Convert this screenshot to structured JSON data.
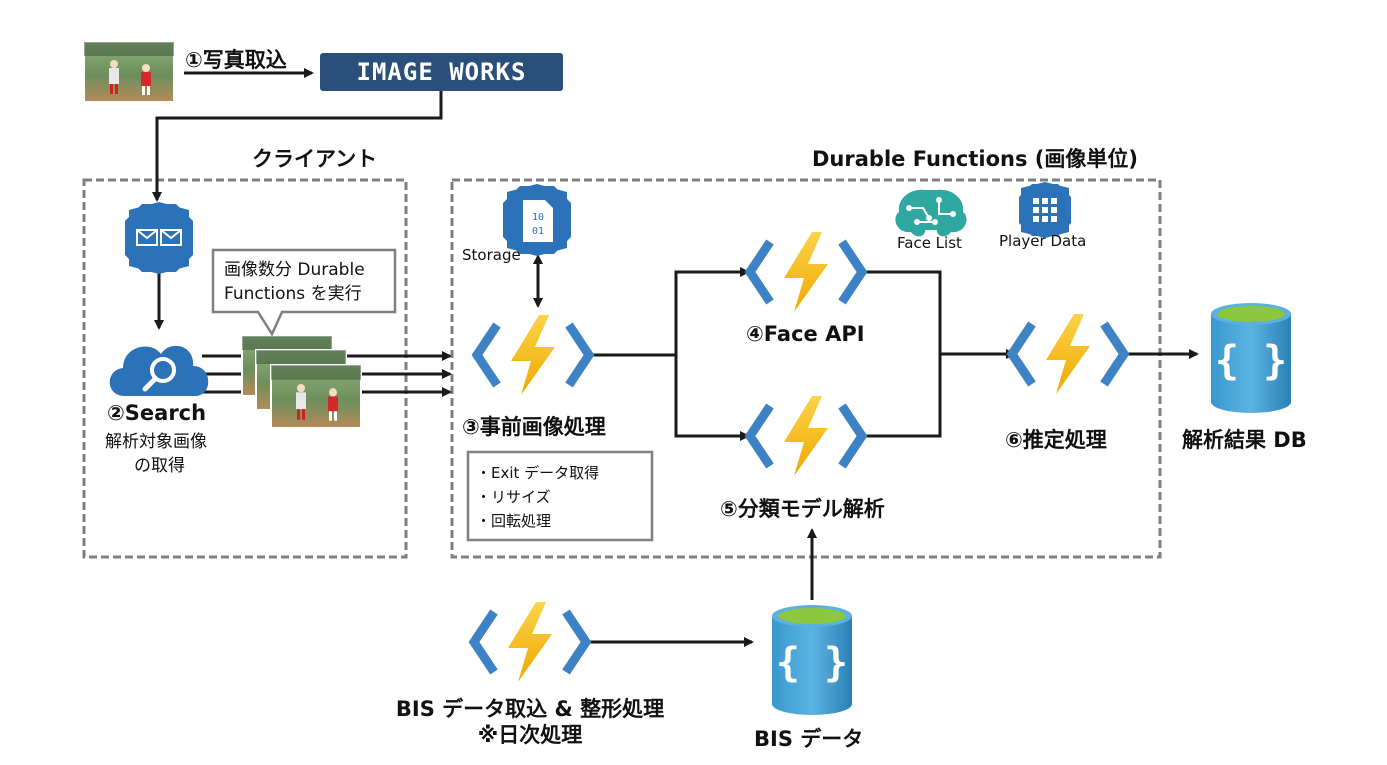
{
  "steps": {
    "s1": "①写真取込",
    "s2": "②Search",
    "s2_sub1": "解析対象画像",
    "s2_sub2": "の取得",
    "s3": "③事前画像処理",
    "s4": "④Face API",
    "s5": "⑤分類モデル解析",
    "s6": "⑥推定処理"
  },
  "groups": {
    "client": "クライアント",
    "durable": "Durable Functions (画像単位)"
  },
  "logo": {
    "text": "IMAGE WORKS"
  },
  "callout": {
    "line1": "画像数分 Durable",
    "line2": "Functions を実行"
  },
  "preprocess_notes": [
    "・Exit データ取得",
    "・リサイズ",
    "・回転処理"
  ],
  "icons": {
    "storage": {
      "label": "Storage",
      "text1": "10",
      "text2": "01"
    },
    "face_list": {
      "label": "Face List"
    },
    "player_data": {
      "label": "Player Data"
    }
  },
  "result_db": {
    "label": "解析結果 DB"
  },
  "bis": {
    "func_line1": "BIS データ取込 & 整形処理",
    "func_line2": "※日次処理",
    "db_label": "BIS データ"
  },
  "colors": {
    "dash": "#7f7f7f",
    "arrow": "#1a1a1a",
    "azure_blue": "#2b72b9",
    "func_chevron": "#3d82c4",
    "func_bolt": "#f4c321",
    "db_body": "#3b9bd1",
    "db_top": "#7fba00",
    "ai_teal": "#2ea8a1",
    "logo_bg": "#2a4f7a"
  }
}
